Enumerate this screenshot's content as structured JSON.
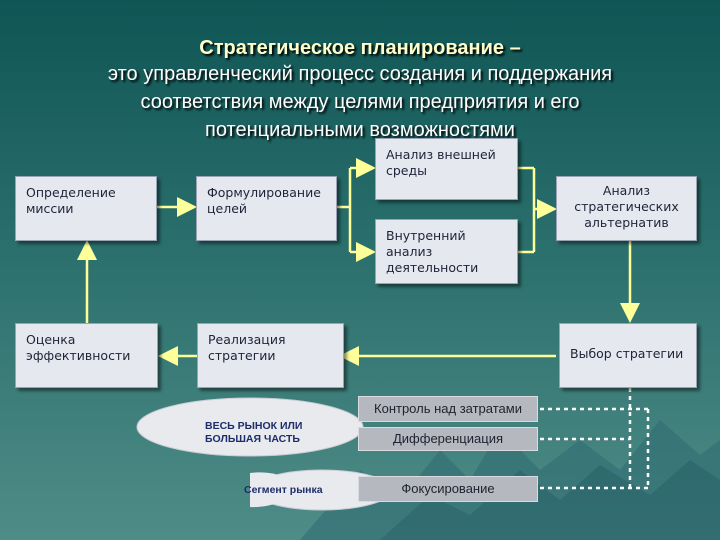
{
  "title": {
    "line1": "Стратегическое планирование –",
    "line2": "это управленческий процесс создания и поддержания",
    "line3": "соответствия между целями предприятия и его",
    "line4": "потенциальными возможностями"
  },
  "boxes": {
    "mission": "Определение миссии",
    "goals": "Формулирование целей",
    "external": "Анализ внешней среды",
    "internal": "Внутренний анализ деятельности",
    "alternatives": "Анализ стратегических альтернатив",
    "choice": "Выбор стратегии",
    "implementation": "Реализация стратегии",
    "evaluation": "Оценка эффективности"
  },
  "scope": {
    "whole_market": "ВЕСЬ РЫНОК ИЛИ БОЛЬШАЯ ЧАСТЬ",
    "segment": "Сегмент рынка"
  },
  "strategies": {
    "cost": "Контроль над затратами",
    "differentiation": "Дифференциация",
    "focus": "Фокусирование"
  },
  "colors": {
    "arrow": "#ffff99",
    "dashed": "#ffffff",
    "box_fill": "#e6e8f0"
  }
}
